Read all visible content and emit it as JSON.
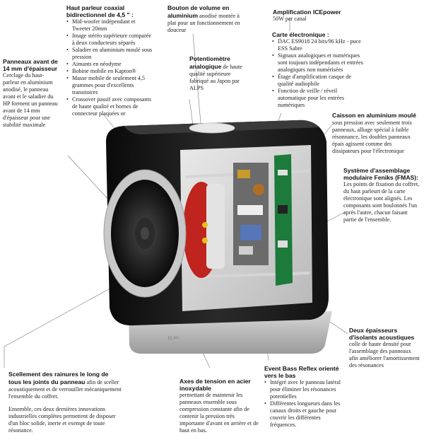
{
  "callouts": {
    "haut_parleur": {
      "title": "Haut parleur coaxial bidirectionnel de 4,5 \" :",
      "items": [
        "Mid-woofer indépendant et Tweeter 20mm",
        "Image stéréo supérieure comparée à deux conducteurs séparés",
        "Saladier en aluminium moulé sous pression",
        "Aimants en néodyme",
        "Bobine mobile en Kapton®",
        "Masse mobile de seulement 4,5 grammes pour d'excellents transitoires",
        "Crossover passif avec composants de haute qualité et bornes de connecteur plaquées or"
      ]
    },
    "bouton": {
      "title": "Bouton de volume en aluminium",
      "text": "anodisé montée à plat pour un fonctionnement en douceur"
    },
    "amplification": {
      "title": "Amplification ICEpower",
      "text": "50W par canal"
    },
    "carte": {
      "title": "Carte électronique :",
      "items": [
        "DAC ES9018 24 bits/96 kHz - puce ESS Sabre",
        "Signaux analogiques et numériques sont toujours indépendants et entrées analogiques non numérisées",
        "Étage d'amplification casque de qualité audiophile",
        "Fonction de veille / réveil automatique pour les entrées numériques"
      ]
    },
    "panneaux": {
      "title": "Panneaux avant de 14 mm d'épaisseur",
      "text": "Cerclage du haut-parleur en aluminium anodisé, le panneau avant et le saladier du HP forment un panneau avant de 14 mm d'épaisseur pour une stabilité maximale"
    },
    "potentiometre": {
      "title": "Potentiomètre analogique",
      "text": "de haute qualité supérieure fabriqué au Japon par ALPS"
    },
    "caisson": {
      "title": "Caisson en aluminium moulé",
      "text": "sous pression avec seulement trois panneaux, alliage spécial à faible résonnance, les doubles panneaux épais agissent comme des dissipateurs pour l'électronique"
    },
    "systeme": {
      "title": "Système d'assemblage modulaire Feniks (FMAS):",
      "text": "Les points de fixation du coffret, du haut parleurt de la carte électronique sont alignés. Les composants sont boulonnés l'un après l'autre, chacun faisant partie de l'ensemble."
    },
    "deux_epaisseurs": {
      "title": "Deux épaisseurs d'isolants acoustiques",
      "text": "colle de haute densité pour l'assemblage des panneaux afin améliorer l'amortissement des résonances"
    },
    "scellement": {
      "title": "Scellement des rainures le long de tous les joints du panneau",
      "text": "afin de sceller acoustiquement et de verrouiller mécaniquement l'ensemble du coffret.",
      "text2": "Ensemble, ces deux dernières innovations industrielles complètes permettent de disposer d'un bloc solide, inerte et exempt de toute résonance."
    },
    "axes": {
      "title": "Axes de tension en acier inoxydable",
      "text": "permettant de maintenir les panneaux ensemble sous compression constante afin de contenir la pression très importante d'avant en arrière et de haut en bas."
    },
    "event": {
      "title": "Event Bass Reflex orienté vers le bas",
      "items": [
        "Intégré avec le panneau latéral pour éliminer les résonances potentielles",
        "Différentes longueurs dans les canaux droits et gauche pour couvrir les différentes fréquences."
      ]
    }
  },
  "speaker_brand": "ELAC",
  "colors": {
    "body_dark": "#161616",
    "aluminium": "#bfbfbf",
    "pcb_green": "#1c7a3a",
    "woofer_red": "#c0241f",
    "leader_line": "#666666"
  }
}
